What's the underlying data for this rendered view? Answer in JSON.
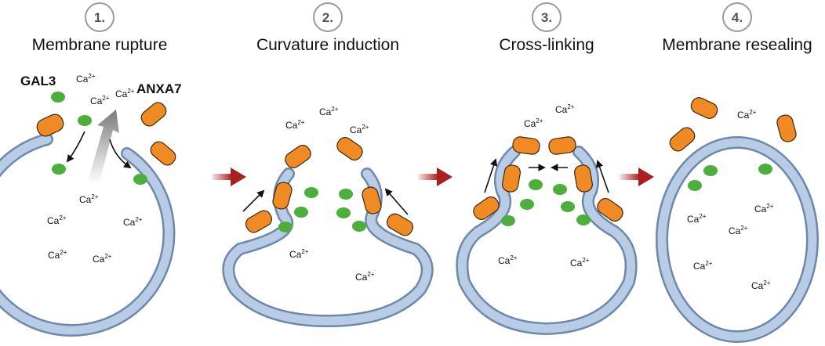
{
  "steps": [
    {
      "number": "1.",
      "title": "Membrane rupture"
    },
    {
      "number": "2.",
      "title": "Curvature induction"
    },
    {
      "number": "3.",
      "title": "Cross-linking"
    },
    {
      "number": "4.",
      "title": "Membrane resealing"
    }
  ],
  "labels": {
    "gal3": "GAL3",
    "anxa7": "ANXA7"
  },
  "ion": {
    "base": "Ca",
    "charge": "2+"
  },
  "colors": {
    "membrane_fill": "#b9cce6",
    "membrane_stroke": "#6e88ad",
    "anxa7": "#f08a24",
    "anxa7_stroke": "#3a2a10",
    "gal3": "#4caf3c",
    "arrow": "#111111",
    "flow_arrow": "#8a8a8a",
    "transition_arrow": "#a82020"
  },
  "icons": {
    "transition": "red-right-arrow",
    "calcium_efflux": "grey-gradient-arrow",
    "movement": "black-arrow"
  }
}
